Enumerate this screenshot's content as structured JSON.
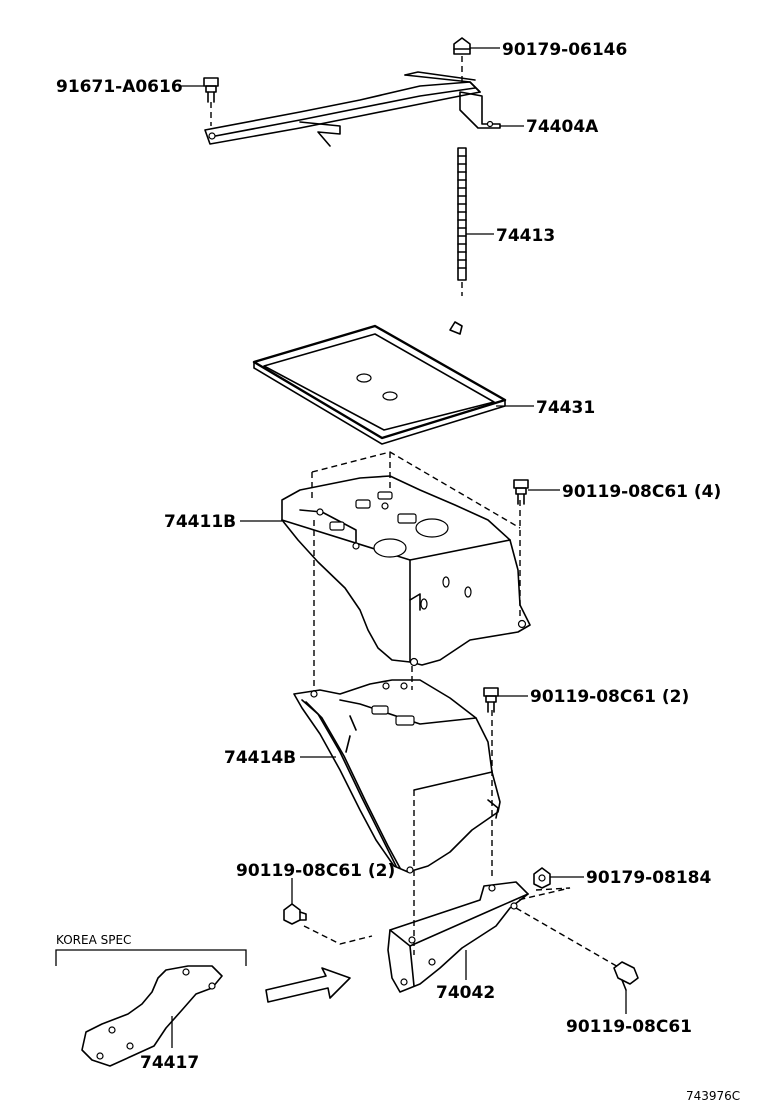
{
  "callouts": {
    "nut_top": "90179-06146",
    "bolt_top_left": "91671-A0616",
    "clamp": "74404A",
    "rod": "74413",
    "tray": "74431",
    "bolt_4": "90119-08C61 (4)",
    "carrier_upper": "74411B",
    "bolt_2_right": "90119-08C61 (2)",
    "carrier_lower": "74414B",
    "bolt_2_left": "90119-08C61 (2)",
    "nut_bracket": "90179-08184",
    "bracket": "74042",
    "bolt_bracket": "90119-08C61",
    "korea_plate": "74417"
  },
  "korea_spec_label": "KOREA SPEC",
  "diagram_code": "743976C"
}
